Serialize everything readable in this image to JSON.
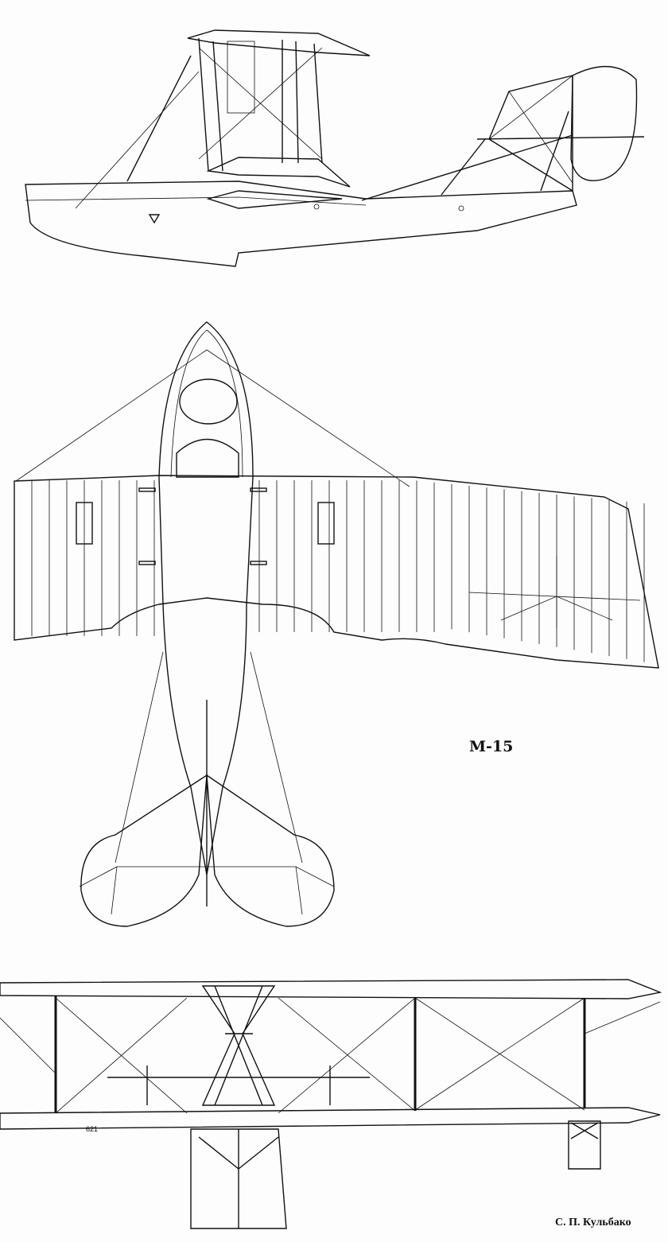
{
  "drawing": {
    "title": "M-15",
    "author": "С. П. Кульбако",
    "part_label": "621",
    "views": [
      "side-view",
      "top-view",
      "front-view"
    ],
    "line_color": "#111111",
    "background": "#fdfdfd"
  }
}
